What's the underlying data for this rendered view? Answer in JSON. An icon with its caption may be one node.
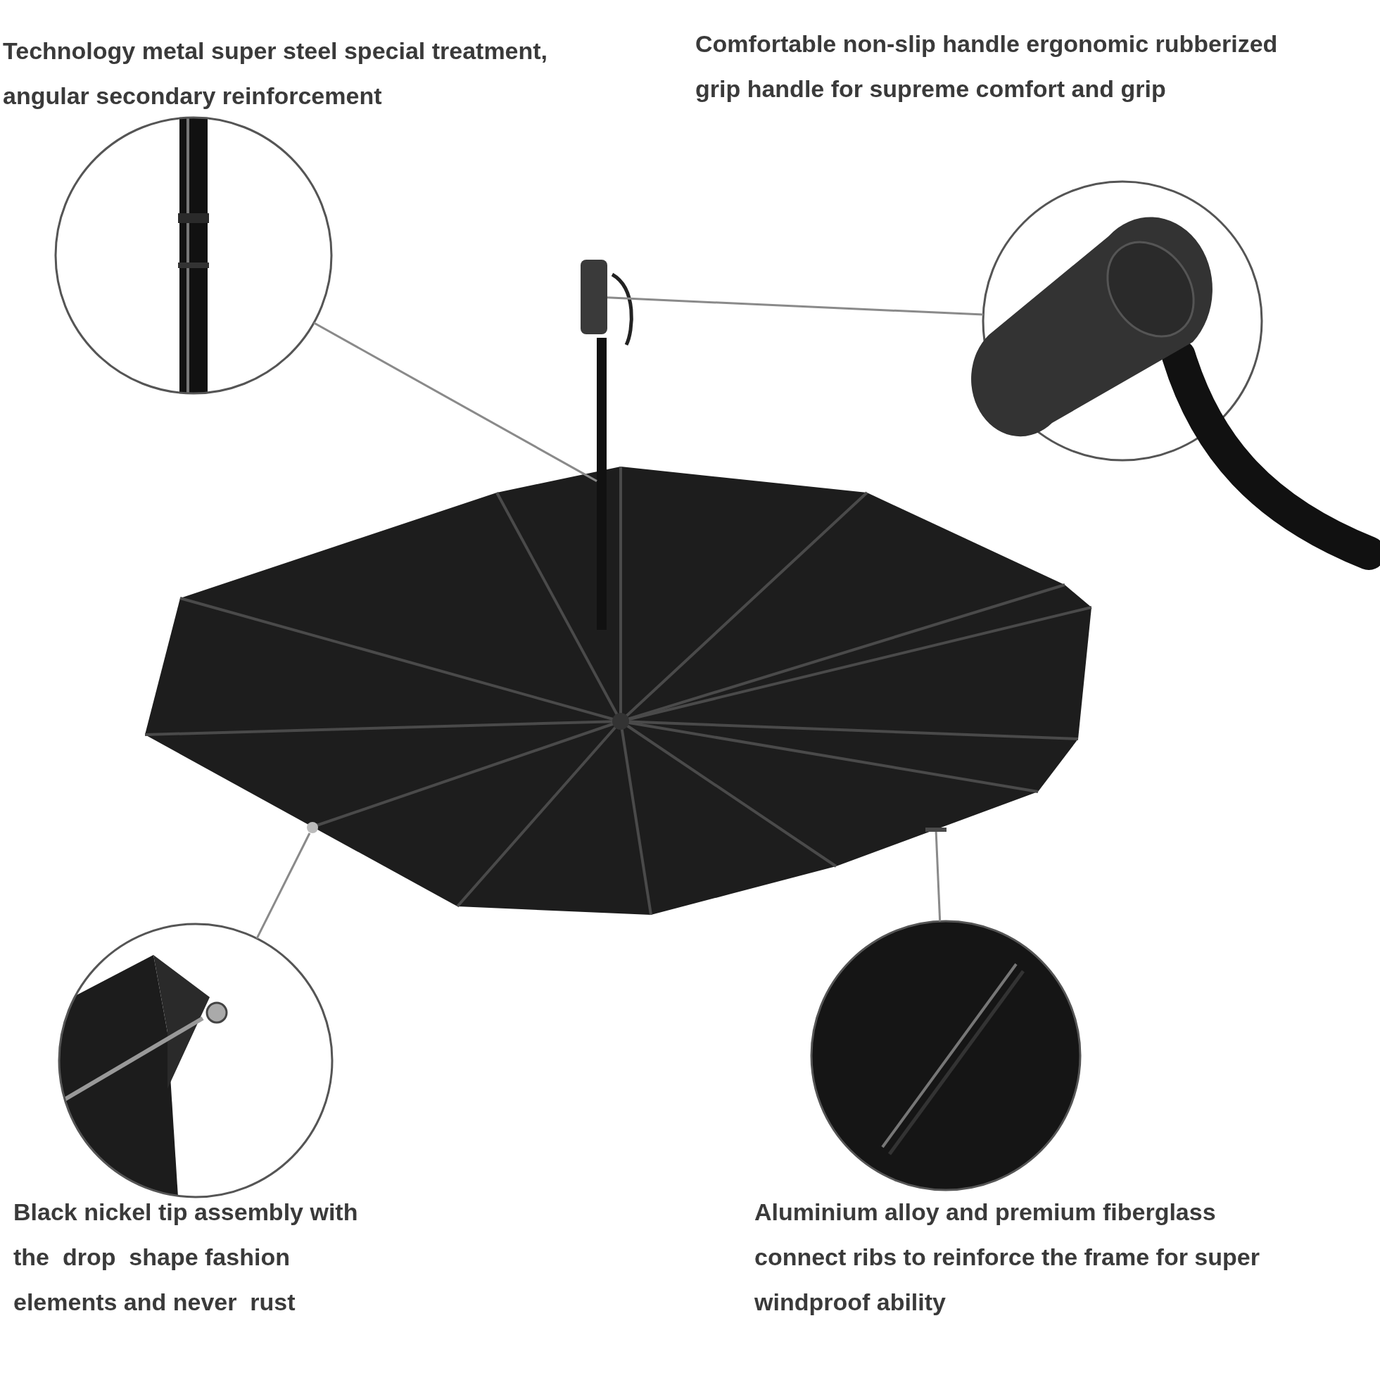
{
  "diagram": {
    "nodes": [
      {
        "text": [
          "Technology metal super steel special treatment, angular secondary reinforcement"
        ]
      },
      {
        "text": [
          "Comfortable non-slip handle ergonomic rubberized grip handle for supreme comfort and grip"
        ]
      },
      {
        "text": [
          "Black nickel tip assembly with the  drop  shape fashion elements and never  rust"
        ]
      },
      {
        "text": [
          "Aluminium alloy and premium fiberglass connect ribs to reinforce the frame for super windproof ability"
        ]
      },
      {
        "text": [],
        "shape": "picture"
      },
      {
        "text": [],
        "shape": "bar"
      },
      {
        "text": [],
        "shape": "box"
      },
      {
        "text": [],
        "shape": "circle",
        "in": 4
      },
      {
        "text": [],
        "shape": "bar",
        "in": 4
      }
    ],
    "edges": [
      {
        "from": 0,
        "to": 5,
        "arrow": "none"
      },
      {
        "from": 1,
        "to": 6,
        "arrow": "none"
      },
      {
        "from": 2,
        "to": 7,
        "arrow": "none"
      },
      {
        "from": 3,
        "to": 8,
        "arrow": "none"
      }
    ]
  }
}
